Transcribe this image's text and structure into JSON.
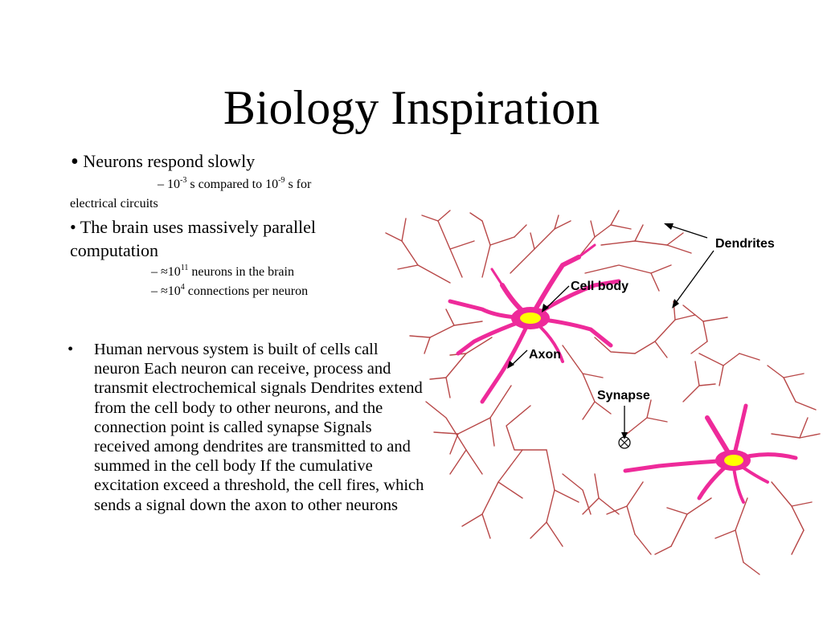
{
  "slide": {
    "title": "Biology Inspiration",
    "bullets": {
      "b1_marker": "•",
      "b1_text": "Neurons respond slowly",
      "s1_pre": "– 10",
      "s1_exp1": "-3",
      "s1_mid": " s compared to 10",
      "s1_exp2": "-9",
      "s1_post": " s for",
      "s1_line2": "electrical circuits",
      "b2_line1": "• The brain uses massively parallel",
      "b2_line2": "computation",
      "s2_pre": "– ≈10",
      "s2_exp": "11",
      "s2_post": " neurons in the brain",
      "s3_pre": "– ≈10",
      "s3_exp": "4",
      "s3_post": " connections per neuron"
    },
    "paragraph": {
      "marker": "•",
      "text": "Human nervous system is built of cells call neuron Each neuron can receive, process and transmit electrochemical signals Dendrites extend from the cell body to other neurons, and the connection point is called synapse Signals received among dendrites are transmitted to and summed in the cell body If the cumulative excitation exceed a threshold, the cell fires, which sends a signal down the axon to other neurons"
    }
  },
  "diagram": {
    "labels": {
      "dendrites": "Dendrites",
      "cell_body": "Cell body",
      "axon": "Axon",
      "synapse": "Synapse"
    },
    "colors": {
      "neuron": "#ee2a9a",
      "nucleus": "#ffff00",
      "dendrite": "#b84848",
      "arrow": "#000000"
    }
  }
}
